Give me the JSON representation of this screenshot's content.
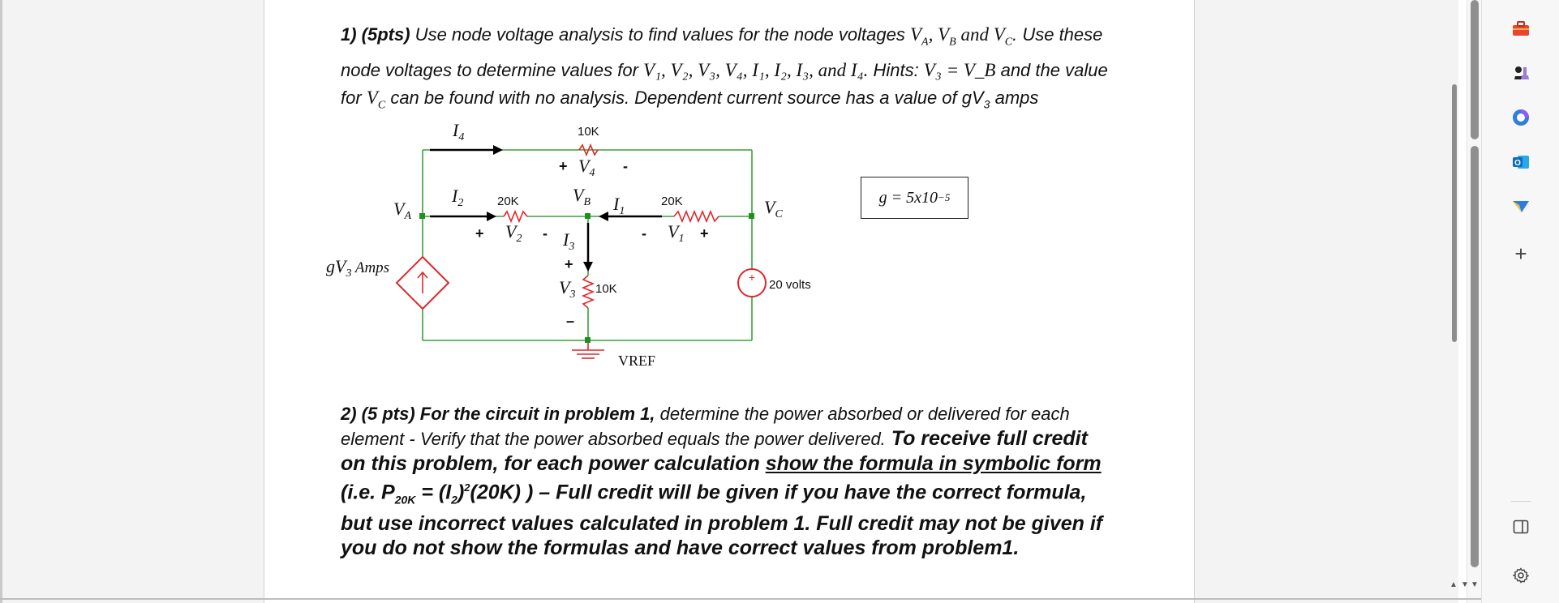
{
  "problem1": {
    "num": "1) (5pts)",
    "intro": " Use node voltage analysis to find values for the node voltages ",
    "vA": "V",
    "vA_sub": "A",
    "comma1": ", ",
    "vB": "V",
    "vB_sub": "B",
    "and": " and ",
    "vC": "V",
    "vC_sub": "C",
    "use_these": ". Use these",
    "line2": "node voltages to determine values for ",
    "vars": "V₁, V₂, V₃, V₄, I₁, I₂, I₃, and I₄.",
    "hints_label": " Hints: ",
    "hint_eq": "V₃ = V_B",
    "hint_rest": " and the value",
    "line3a": "for ",
    "line3_vc": "V",
    "line3_vc_sub": "C",
    "line3b": " can be found with no analysis. Dependent current source has a value of gV",
    "line3_sub": "3",
    "line3c": " amps"
  },
  "circuit": {
    "I4": "I",
    "I4_sub": "4",
    "r_top": "10K",
    "V4": "V",
    "V4_sub": "4",
    "VA": "V",
    "VA_sub": "A",
    "I2": "I",
    "I2_sub": "2",
    "r_left": "20K",
    "V2": "V",
    "V2_sub": "2",
    "VB": "V",
    "VB_sub": "B",
    "I1": "I",
    "I1_sub": "1",
    "r_right": "20K",
    "V1": "V",
    "V1_sub": "1",
    "VC": "V",
    "VC_sub": "C",
    "I3": "I",
    "I3_sub": "3",
    "V3": "V",
    "V3_sub": "3",
    "r_mid": "10K",
    "dep_src": "gV",
    "dep_src_sub": "3",
    "dep_src_unit": " Amps",
    "vsrc": "20 volts",
    "vref": "VREF",
    "g_eq": "g = 5x10",
    "g_exp": "−5",
    "plus": "+",
    "minus": "-",
    "minus_long": "–"
  },
  "problem2": {
    "num": "2) (5 pts)",
    "lead": " For the circuit in problem 1,",
    "rest1": " determine the power absorbed or delivered for each",
    "line2": "element - Verify that the power absorbed equals the power delivered.",
    "b1": " To receive full credit",
    "b2a": "on this problem, for each power calculation ",
    "b2u": "show the formula in symbolic form",
    "b3a": "(i.e. P",
    "b3sub": "20K",
    "b3b": " = (I",
    "b3sub2": "2",
    "b3c": ")",
    "b3sup": "2",
    "b3d": "(20K) ) – Full credit will be given if you have the correct formula,",
    "b4": "but use incorrect values calculated in problem 1. Full credit may not be given if",
    "b5": "you do not show the formulas and have correct values from problem1."
  },
  "sidebar": {
    "icons": [
      "toolbox-icon",
      "chess-icon",
      "copilot-icon",
      "outlook-icon",
      "send-icon",
      "add-icon",
      "split-screen-icon",
      "settings-icon"
    ],
    "add": "+"
  },
  "colors": {
    "wire": "#3aa03a",
    "component": "#e0262a",
    "node": "#1f8f1f"
  }
}
